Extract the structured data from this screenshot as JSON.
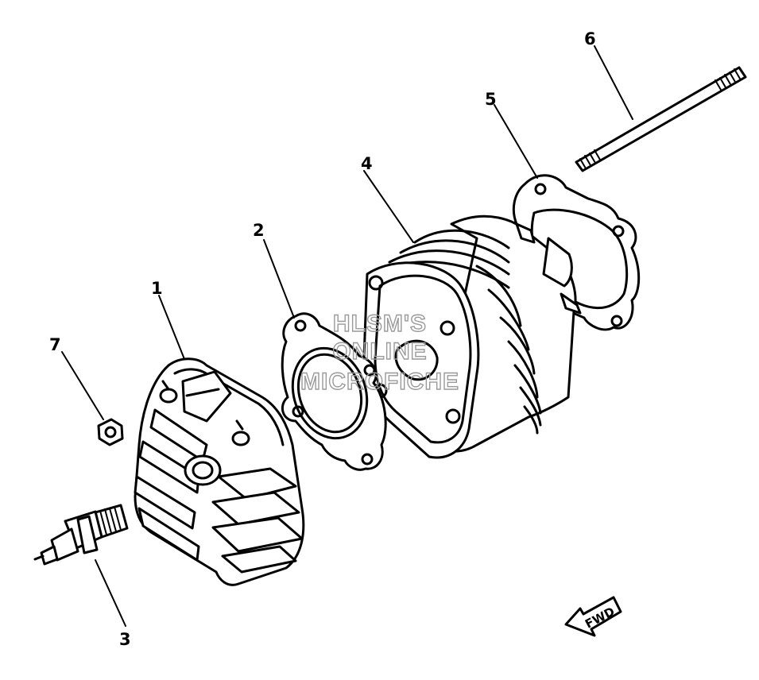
{
  "callouts": [
    "1",
    "2",
    "3",
    "4",
    "5",
    "6",
    "7"
  ],
  "parts": [
    {
      "callout": "1",
      "part": "cylinder-head"
    },
    {
      "callout": "2",
      "part": "cylinder-head-gasket"
    },
    {
      "callout": "3",
      "part": "spark-plug"
    },
    {
      "callout": "4",
      "part": "cylinder"
    },
    {
      "callout": "5",
      "part": "cylinder-base-gasket"
    },
    {
      "callout": "6",
      "part": "stud-bolt"
    },
    {
      "callout": "7",
      "part": "nut"
    }
  ],
  "watermark": {
    "line1": "HLSM'S",
    "line2": "ONLINE",
    "line3": "MICROFICHE"
  },
  "direction_arrow": {
    "label": "FWD"
  },
  "colors": {
    "ink": "#000000",
    "paper": "#ffffff",
    "watermark": "#9a9a9a"
  }
}
